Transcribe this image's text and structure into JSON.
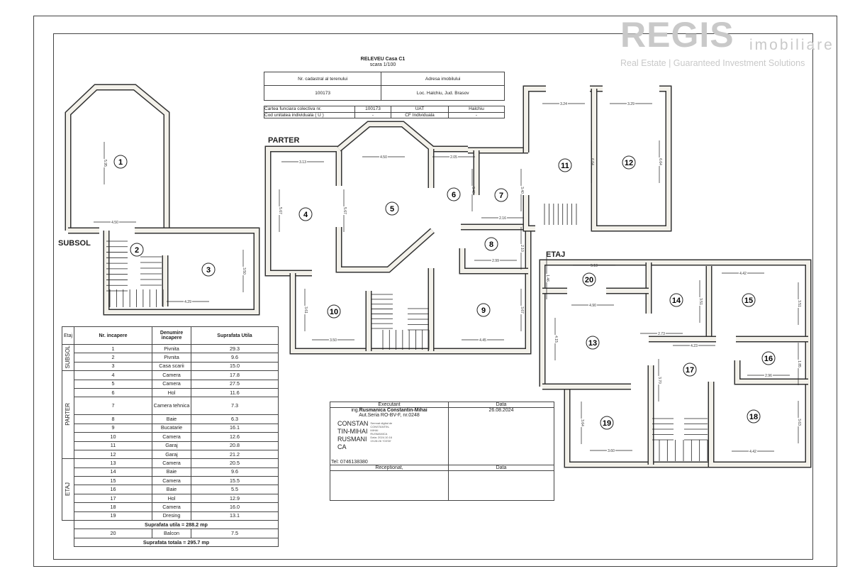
{
  "watermark": {
    "brand": "REGIS",
    "sub": "imobiliare",
    "tagline": "Real Estate | Guaranteed Investment Solutions"
  },
  "header": {
    "title": "RELEVEU  Casa C1",
    "scale": "scara 1/100"
  },
  "cadastral_table": {
    "col1_header": "Nr. cadastral al terenului",
    "col2_header": "Adresa imobilului",
    "col1_value": "100173",
    "col2_value": "Loc. Halchiu, Jud. Brasov"
  },
  "land_table": {
    "rows": [
      [
        "Cartea funciara colectiva nr.",
        "100173",
        "UAT",
        "Halchiu"
      ],
      [
        "Cod unitatea individuala ( U )",
        "-",
        "CF Individuala",
        "-"
      ]
    ]
  },
  "floors": {
    "subsol": "SUBSOL",
    "parter": "PARTER",
    "etaj": "ETAJ"
  },
  "plans": {
    "rooms": [
      "1",
      "2",
      "3",
      "4",
      "5",
      "6",
      "7",
      "8",
      "9",
      "10",
      "11",
      "12",
      "13",
      "14",
      "15",
      "16",
      "17",
      "18",
      "19",
      "20"
    ],
    "dimensions": [
      "5.95",
      "4.50",
      "3.50",
      "4.29",
      "3.13",
      "4.50",
      "2.05",
      "5.67",
      "5.67",
      "3.40",
      "3.40",
      "2.16",
      "2.10",
      "2.99",
      "3.61",
      "3.50",
      "3.67",
      "4.45",
      "3.24",
      "3.29",
      "6.64",
      "6.64",
      "5.13",
      "1.46",
      "4.90",
      "4.15",
      "2.73",
      "3.51",
      "4.42",
      "3.51",
      "4.23",
      "1.85",
      "2.96",
      "3.70",
      "3.64",
      "3.60",
      "3.63",
      "4.42"
    ]
  },
  "room_table": {
    "headers": [
      "Etaj",
      "Nr. incapere",
      "Denumire incapere",
      "Suprafata Utila"
    ],
    "groups": [
      {
        "floor": "SUBSOL",
        "rows": [
          [
            "1",
            "Pivnita",
            "29.3"
          ],
          [
            "2",
            "Pivnita",
            "9.6"
          ],
          [
            "3",
            "Casa scarii",
            "15.0"
          ]
        ]
      },
      {
        "floor": "PARTER",
        "rows": [
          [
            "4",
            "Camera",
            "17.8"
          ],
          [
            "5",
            "Camera",
            "27.5"
          ],
          [
            "6",
            "Hol",
            "11.6"
          ],
          [
            "7",
            "Camera tehnica",
            "7.3"
          ],
          [
            "8",
            "Baie",
            "6.3"
          ],
          [
            "9",
            "Bucatarie",
            "16.1"
          ],
          [
            "10",
            "Camera",
            "12.6"
          ],
          [
            "11",
            "Garaj",
            "20.8"
          ],
          [
            "12",
            "Garaj",
            "21.2"
          ]
        ]
      },
      {
        "floor": "ETAJ",
        "rows": [
          [
            "13",
            "Camera",
            "20.5"
          ],
          [
            "14",
            "Baie",
            "9.6"
          ],
          [
            "15",
            "Camera",
            "15.5"
          ],
          [
            "16",
            "Baie",
            "5.5"
          ],
          [
            "17",
            "Hol",
            "12.9"
          ],
          [
            "18",
            "Camera",
            "16.0"
          ],
          [
            "19",
            "Dresing",
            "13.1"
          ]
        ]
      }
    ],
    "subtotal": "Suprafata utila = 288.2 mp",
    "balcony": [
      "20",
      "Balcon",
      "7.5"
    ],
    "total": "Suprafata totala = 295.7 mp"
  },
  "executant_table": {
    "executant_header": "Executant",
    "date_header": "Data",
    "engineer_prefix": "ing.",
    "engineer_name": "Rusmanica Constantin-Mihai",
    "authorization": "Aut.Seria RO-BV-F, nr.0248",
    "signature_name": [
      "CONSTAN",
      "TIN-MIHAI",
      "RUSMANI",
      "CA"
    ],
    "signature_note": [
      "Semnat digital de",
      "CONSTANTIN-",
      "MIHAI",
      "RUSMANICA",
      "Data: 2024.10.16",
      "19:28:26 +03'00'"
    ],
    "phone": "Tel: 0746138380",
    "date_value": "26.08.2024",
    "received_header": "Receptionat,",
    "received_date_header": "Data"
  }
}
